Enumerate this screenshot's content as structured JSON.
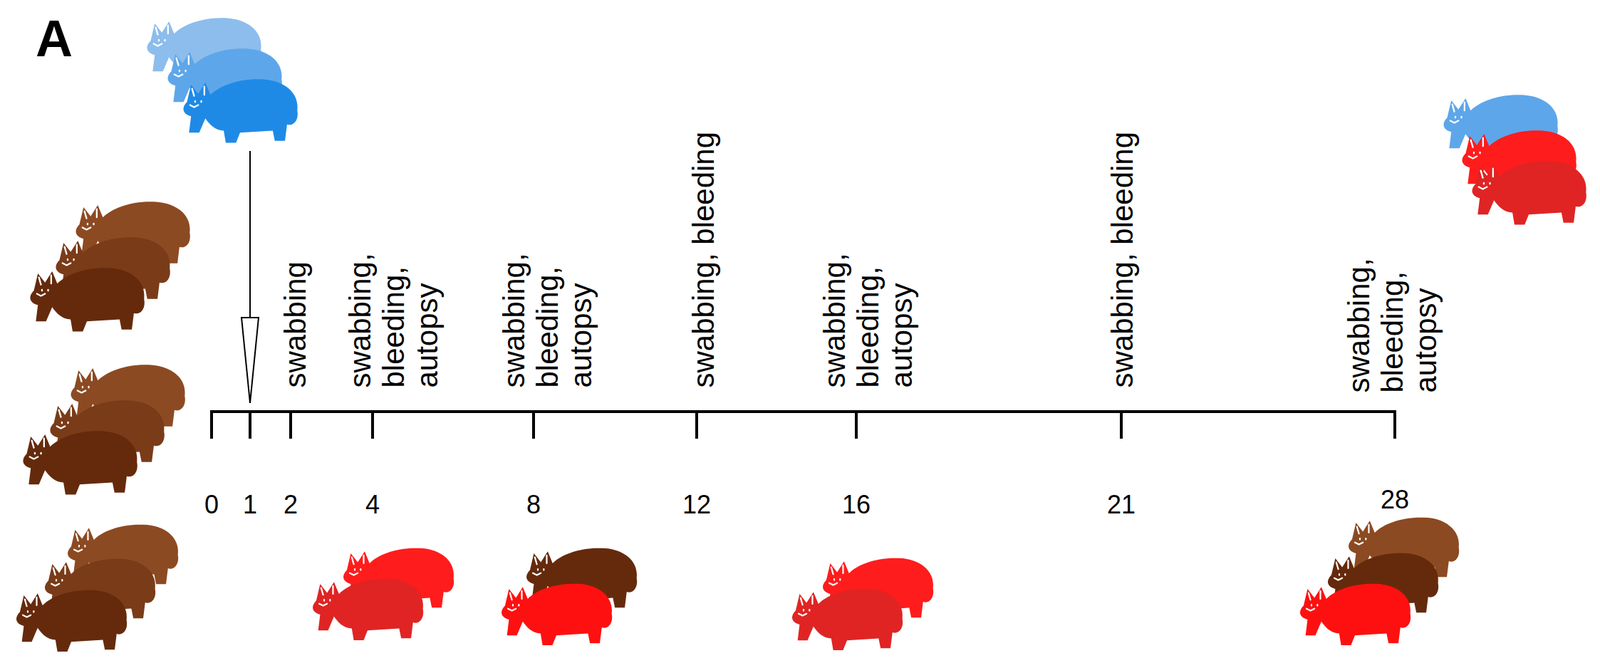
{
  "diagram": {
    "labels": [
      "A",
      "swabbing",
      "swabbing, bleeding, autopsy",
      "swabbing, bleeding, autopsy",
      "swabbing, bleeding",
      "swabbing, bleeding, autopsy",
      "swabbing, bleeding",
      "swabbing, bleeding, autopsy",
      "0",
      "1",
      "2",
      "4",
      "8",
      "12",
      "16",
      "21",
      "28"
    ]
  }
}
